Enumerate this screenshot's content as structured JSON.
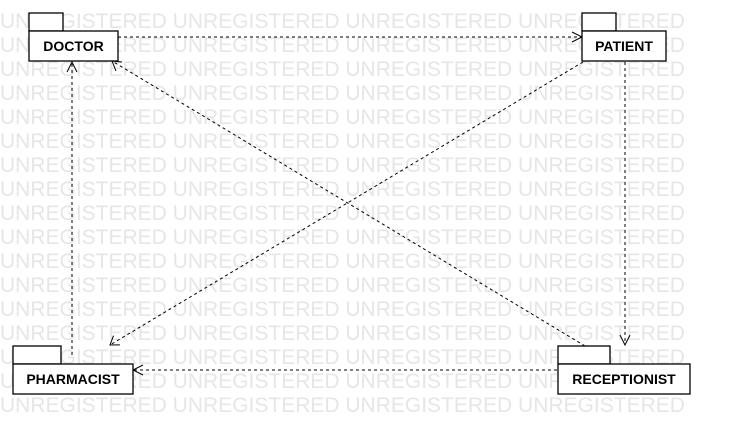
{
  "watermark": {
    "text": "UNREGISTERED UNREGISTERED UNREGISTERED UNREGISTERED",
    "color": "#e6e6e6"
  },
  "packages": {
    "doctor": {
      "label": "DOCTOR"
    },
    "patient": {
      "label": "PATIENT"
    },
    "pharmacist": {
      "label": "PHARMACIST"
    },
    "receptionist": {
      "label": "RECEPTIONIST"
    }
  },
  "dependencies": [
    {
      "from": "DOCTOR",
      "to": "PATIENT"
    },
    {
      "from": "PATIENT",
      "to": "RECEPTIONIST"
    },
    {
      "from": "PATIENT",
      "to": "PHARMACIST"
    },
    {
      "from": "RECEPTIONIST",
      "to": "DOCTOR"
    },
    {
      "from": "RECEPTIONIST",
      "to": "PHARMACIST"
    },
    {
      "from": "PHARMACIST",
      "to": "DOCTOR"
    }
  ],
  "colors": {
    "line": "#000000",
    "box_fill": "#ffffff"
  }
}
